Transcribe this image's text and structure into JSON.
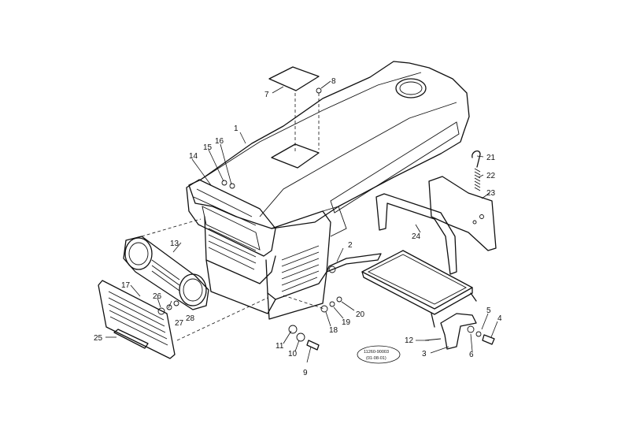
{
  "callouts": {
    "c1": "1",
    "c2": "2",
    "c3": "3",
    "c4": "4",
    "c5": "5",
    "c6": "6",
    "c7": "7",
    "c8": "8",
    "c9": "9",
    "c10": "10",
    "c11": "11",
    "c12": "12",
    "c13": "13",
    "c14": "14",
    "c15": "15",
    "c16": "16",
    "c17": "17",
    "c18": "18",
    "c19": "19",
    "c20": "20",
    "c21": "21",
    "c22": "22",
    "c23": "23",
    "c24": "24",
    "c25": "25",
    "c26": "26",
    "c27": "27",
    "c28": "28"
  },
  "stamp": {
    "line1": "11260-90003",
    "line2": "(01-08-01)"
  }
}
